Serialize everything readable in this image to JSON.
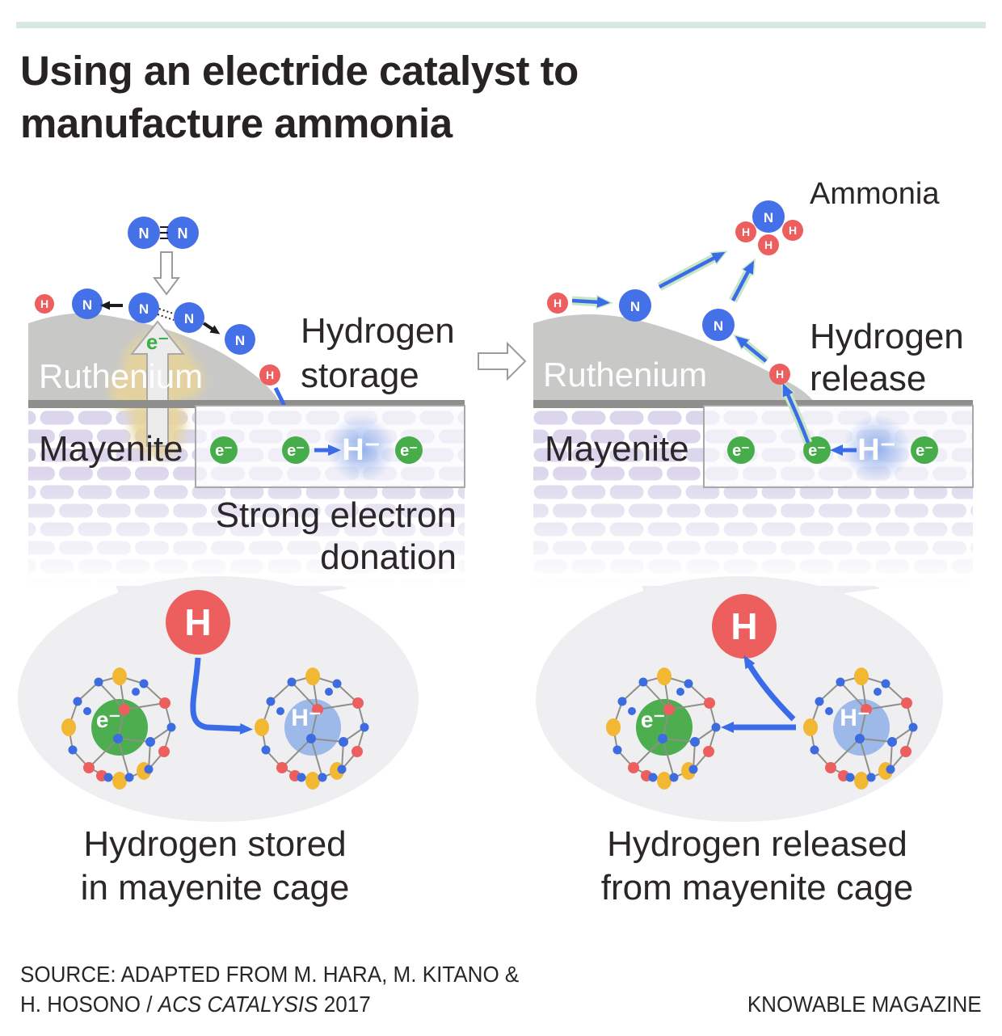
{
  "header": {
    "accent_color": "#d6e7e6",
    "title_line1": "Using an electride catalyst to",
    "title_line2": "manufacture ammonia"
  },
  "labels": {
    "n_atom": "N",
    "h_atom": "H",
    "electron": "e⁻",
    "hydride": "H⁻"
  },
  "left_panel": {
    "ruthenium": "Ruthenium",
    "mayenite": "Mayenite",
    "annotation_line1": "Hydrogen",
    "annotation_line2": "storage",
    "donation_line1": "Strong electron",
    "donation_line2": "donation"
  },
  "right_panel": {
    "ammonia": "Ammonia",
    "ruthenium": "Ruthenium",
    "mayenite": "Mayenite",
    "annotation_line1": "Hydrogen",
    "annotation_line2": "release"
  },
  "bottom_left": {
    "h_label": "H",
    "caption_line1": "Hydrogen stored",
    "caption_line2": "in mayenite cage"
  },
  "bottom_right": {
    "h_label": "H",
    "caption_line1": "Hydrogen released",
    "caption_line2": "from mayenite cage"
  },
  "footer": {
    "source_line1": "SOURCE: ADAPTED FROM M. HARA, M. KITANO &",
    "source_line2_prefix": "H. HOSONO / ",
    "source_line2_italic": "ACS CATALYSIS",
    "source_line2_suffix": " 2017",
    "credit": "KNOWABLE MAGAZINE"
  },
  "colors": {
    "nitrogen_blue": "#4470e8",
    "hydrogen_red": "#ed5f5f",
    "electron_green": "#47ad4b",
    "hydride_blue": "#9db9ea",
    "arrow_blue": "#3a6ce9",
    "arrow_halo_green": "#c9e7c4",
    "ruthenium_gray": "#c8c8c6",
    "mayenite_lavender": "#dbd6ec",
    "surface_bar_gray": "#8e8e8c",
    "glow_gold": "#e7d49c",
    "cage_yellow": "#f2b733"
  }
}
